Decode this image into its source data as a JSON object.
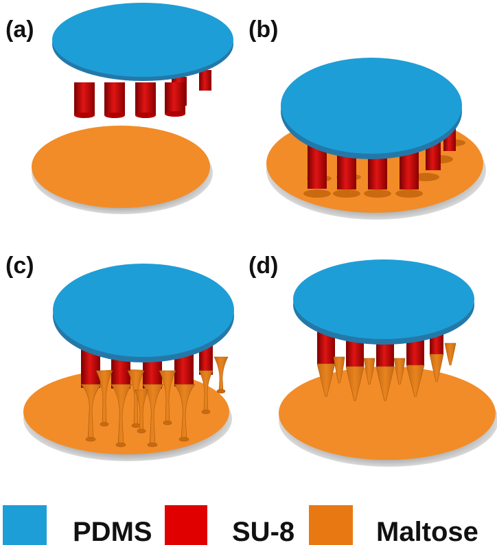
{
  "panels": [
    {
      "label": "(a)"
    },
    {
      "label": "(b)"
    },
    {
      "label": "(c)"
    },
    {
      "label": "(d)"
    }
  ],
  "legend": [
    {
      "label": "PDMS",
      "color": "#1E9ED6"
    },
    {
      "label": "SU-8",
      "color": "#E00000"
    },
    {
      "label": "Maltose",
      "color": "#E87912"
    }
  ],
  "colors": {
    "pdms_top": "#1E9ED6",
    "pdms_edge": "#2478A8",
    "su8": "#D91010",
    "su8_dark": "#8A0000",
    "maltose": "#F28C28",
    "maltose_dark": "#C96A10",
    "shadow": "#9A9A9A"
  }
}
